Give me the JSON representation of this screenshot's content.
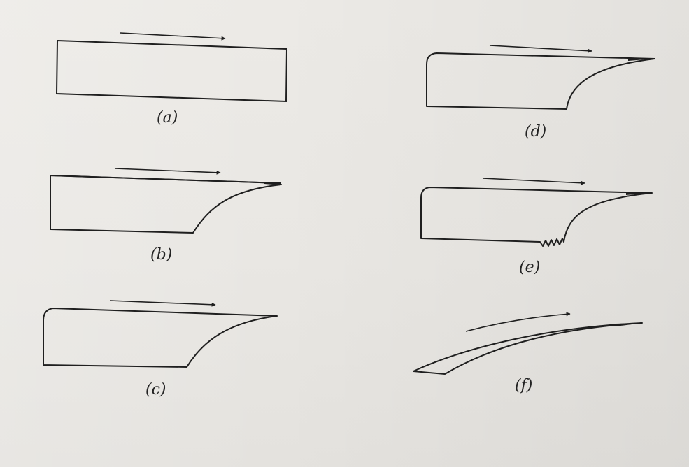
{
  "colors": {
    "paper": "#e9e7e3",
    "ink": "#1f1f1f"
  },
  "panels": [
    {
      "id": "a",
      "label": "(a)",
      "shape": "rectangle"
    },
    {
      "id": "b",
      "label": "(b)",
      "shape": "curved-tip"
    },
    {
      "id": "c",
      "label": "(c)",
      "shape": "curved-tip-rounded-corner"
    },
    {
      "id": "d",
      "label": "(d)",
      "shape": "rounded-corner-thin-tip"
    },
    {
      "id": "e",
      "label": "(e)",
      "shape": "thin-tip-serrated-base"
    },
    {
      "id": "f",
      "label": "(f)",
      "shape": "curved-sliver"
    }
  ]
}
